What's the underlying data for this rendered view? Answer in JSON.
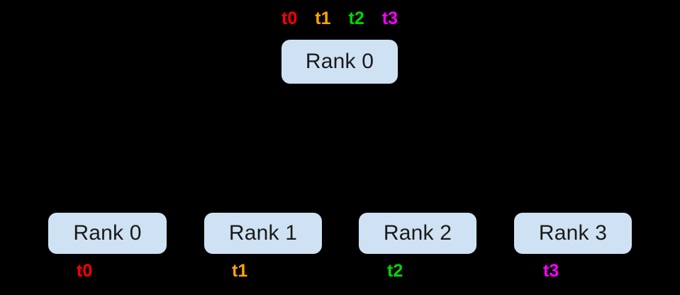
{
  "diagram": {
    "background_color": "#000000",
    "box_fill_color": "#cfe2f3",
    "box_text_color": "#1a1a1a",
    "root": {
      "label": "Rank 0",
      "tags": [
        {
          "text": "t0",
          "color": "#ff0000"
        },
        {
          "text": "t1",
          "color": "#ffa500"
        },
        {
          "text": "t2",
          "color": "#00d800"
        },
        {
          "text": "t3",
          "color": "#ff00ff"
        }
      ]
    },
    "leaves": [
      {
        "label": "Rank 0",
        "tag": {
          "text": "t0",
          "color": "#ff0000"
        }
      },
      {
        "label": "Rank 1",
        "tag": {
          "text": "t1",
          "color": "#ffa500"
        }
      },
      {
        "label": "Rank 2",
        "tag": {
          "text": "t2",
          "color": "#00d800"
        }
      },
      {
        "label": "Rank 3",
        "tag": {
          "text": "t3",
          "color": "#ff00ff"
        }
      }
    ]
  }
}
